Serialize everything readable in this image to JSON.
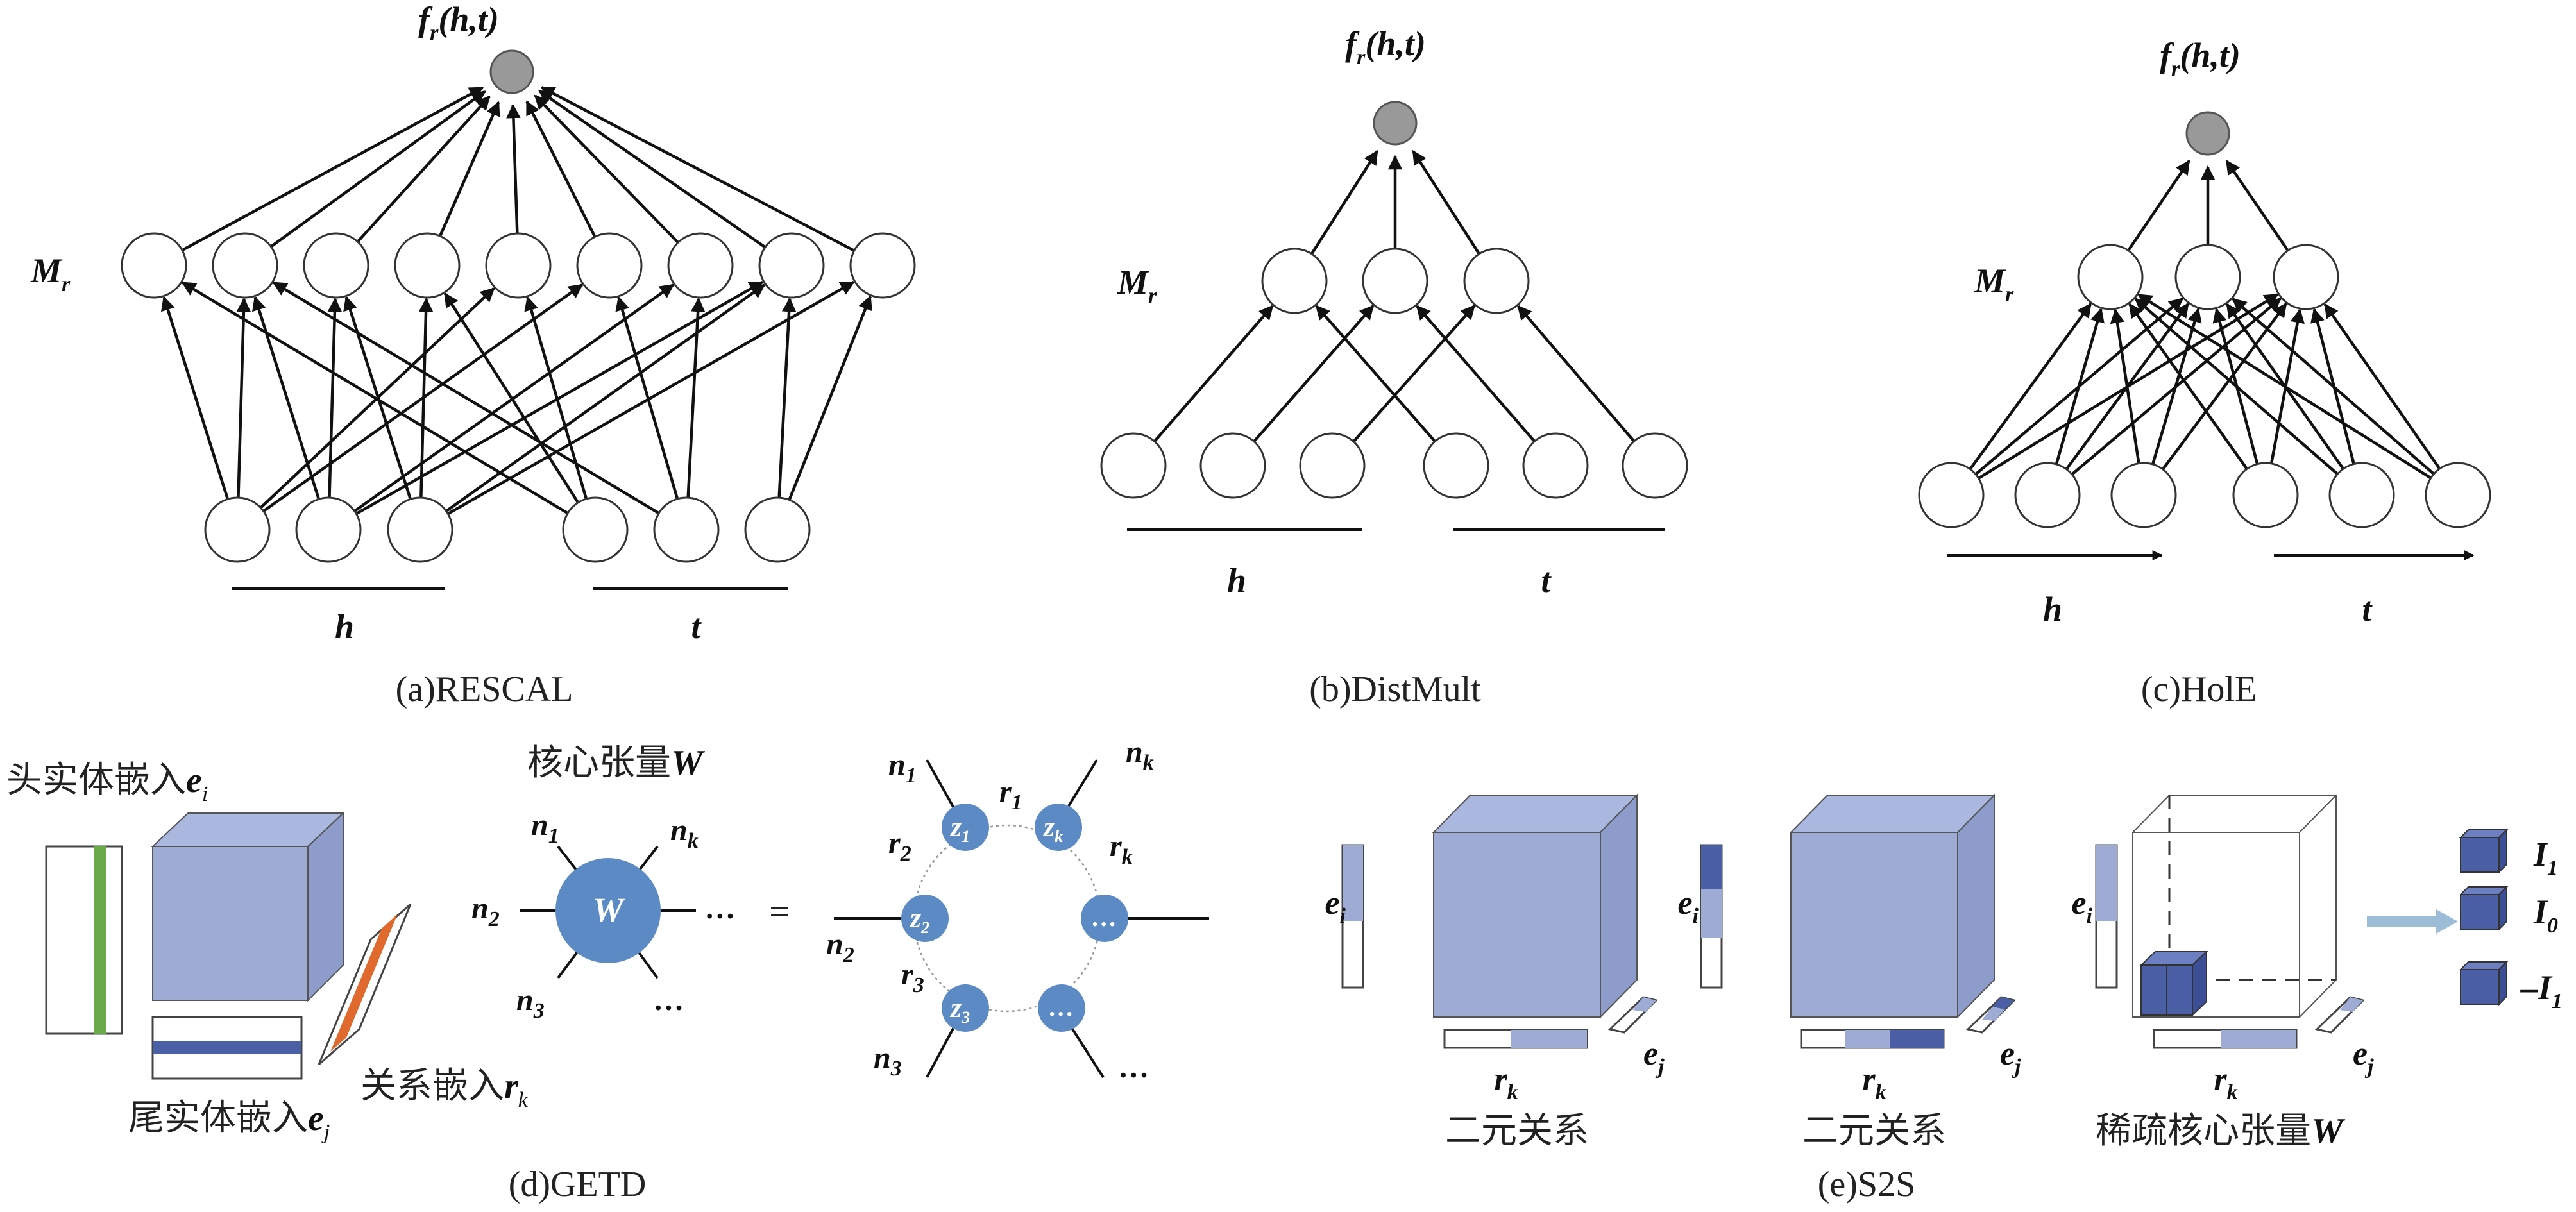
{
  "panels": {
    "rescal": {
      "caption": "(a)RESCAL",
      "output": "f",
      "output_sub": "r",
      "output_args": "(h,t)",
      "layer": "M",
      "layer_sub": "r",
      "head": "h",
      "tail": "t"
    },
    "distmult": {
      "caption": "(b)DistMult",
      "output": "f",
      "output_sub": "r",
      "output_args": "(h,t)",
      "layer": "M",
      "layer_sub": "r",
      "head": "h",
      "tail": "t"
    },
    "hole": {
      "caption": "(c)HolE",
      "output": "f",
      "output_sub": "r",
      "output_args": "(h,t)",
      "layer": "M",
      "layer_sub": "r",
      "head": "h",
      "tail": "t"
    },
    "getd": {
      "caption": "(d)GETD",
      "head_label": "头实体嵌入",
      "head_sym": "e",
      "head_sub": "i",
      "tail_label": "尾实体嵌入",
      "tail_sym": "e",
      "tail_sub": "j",
      "rel_label": "关系嵌入",
      "rel_sym": "r",
      "rel_sub": "k",
      "core_label": "核心张量",
      "core_sym": "W",
      "W": "W",
      "ellipsis": "…",
      "equals": "=",
      "n": "n",
      "r": "r",
      "z": "z",
      "sub_1": "1",
      "sub_2": "2",
      "sub_3": "3",
      "sub_k": "k"
    },
    "s2s": {
      "caption": "(e)S2S",
      "cube1_label": "二元关系",
      "cube2_label": "二元关系",
      "cube3_label": "稀疏核心张量",
      "cube3_sym": "W",
      "ei": "e",
      "ei_sub": "i",
      "ej": "e",
      "ej_sub": "j",
      "rk": "r",
      "rk_sub": "k",
      "I": "I",
      "I_sub_1": "1",
      "I_sub_0": "0",
      "I_sub_neg": "1",
      "neg": "–"
    }
  },
  "colors": {
    "cube_front": "#9eabd4",
    "cube_top": "#aab8e0",
    "cube_side": "#8d9cca",
    "dark_blue": "#4a5fa6",
    "node_blue": "#5b8ac4",
    "green": "#6aaa4a",
    "orange": "#e06a2e",
    "arrow_light": "#9cbcd8"
  }
}
